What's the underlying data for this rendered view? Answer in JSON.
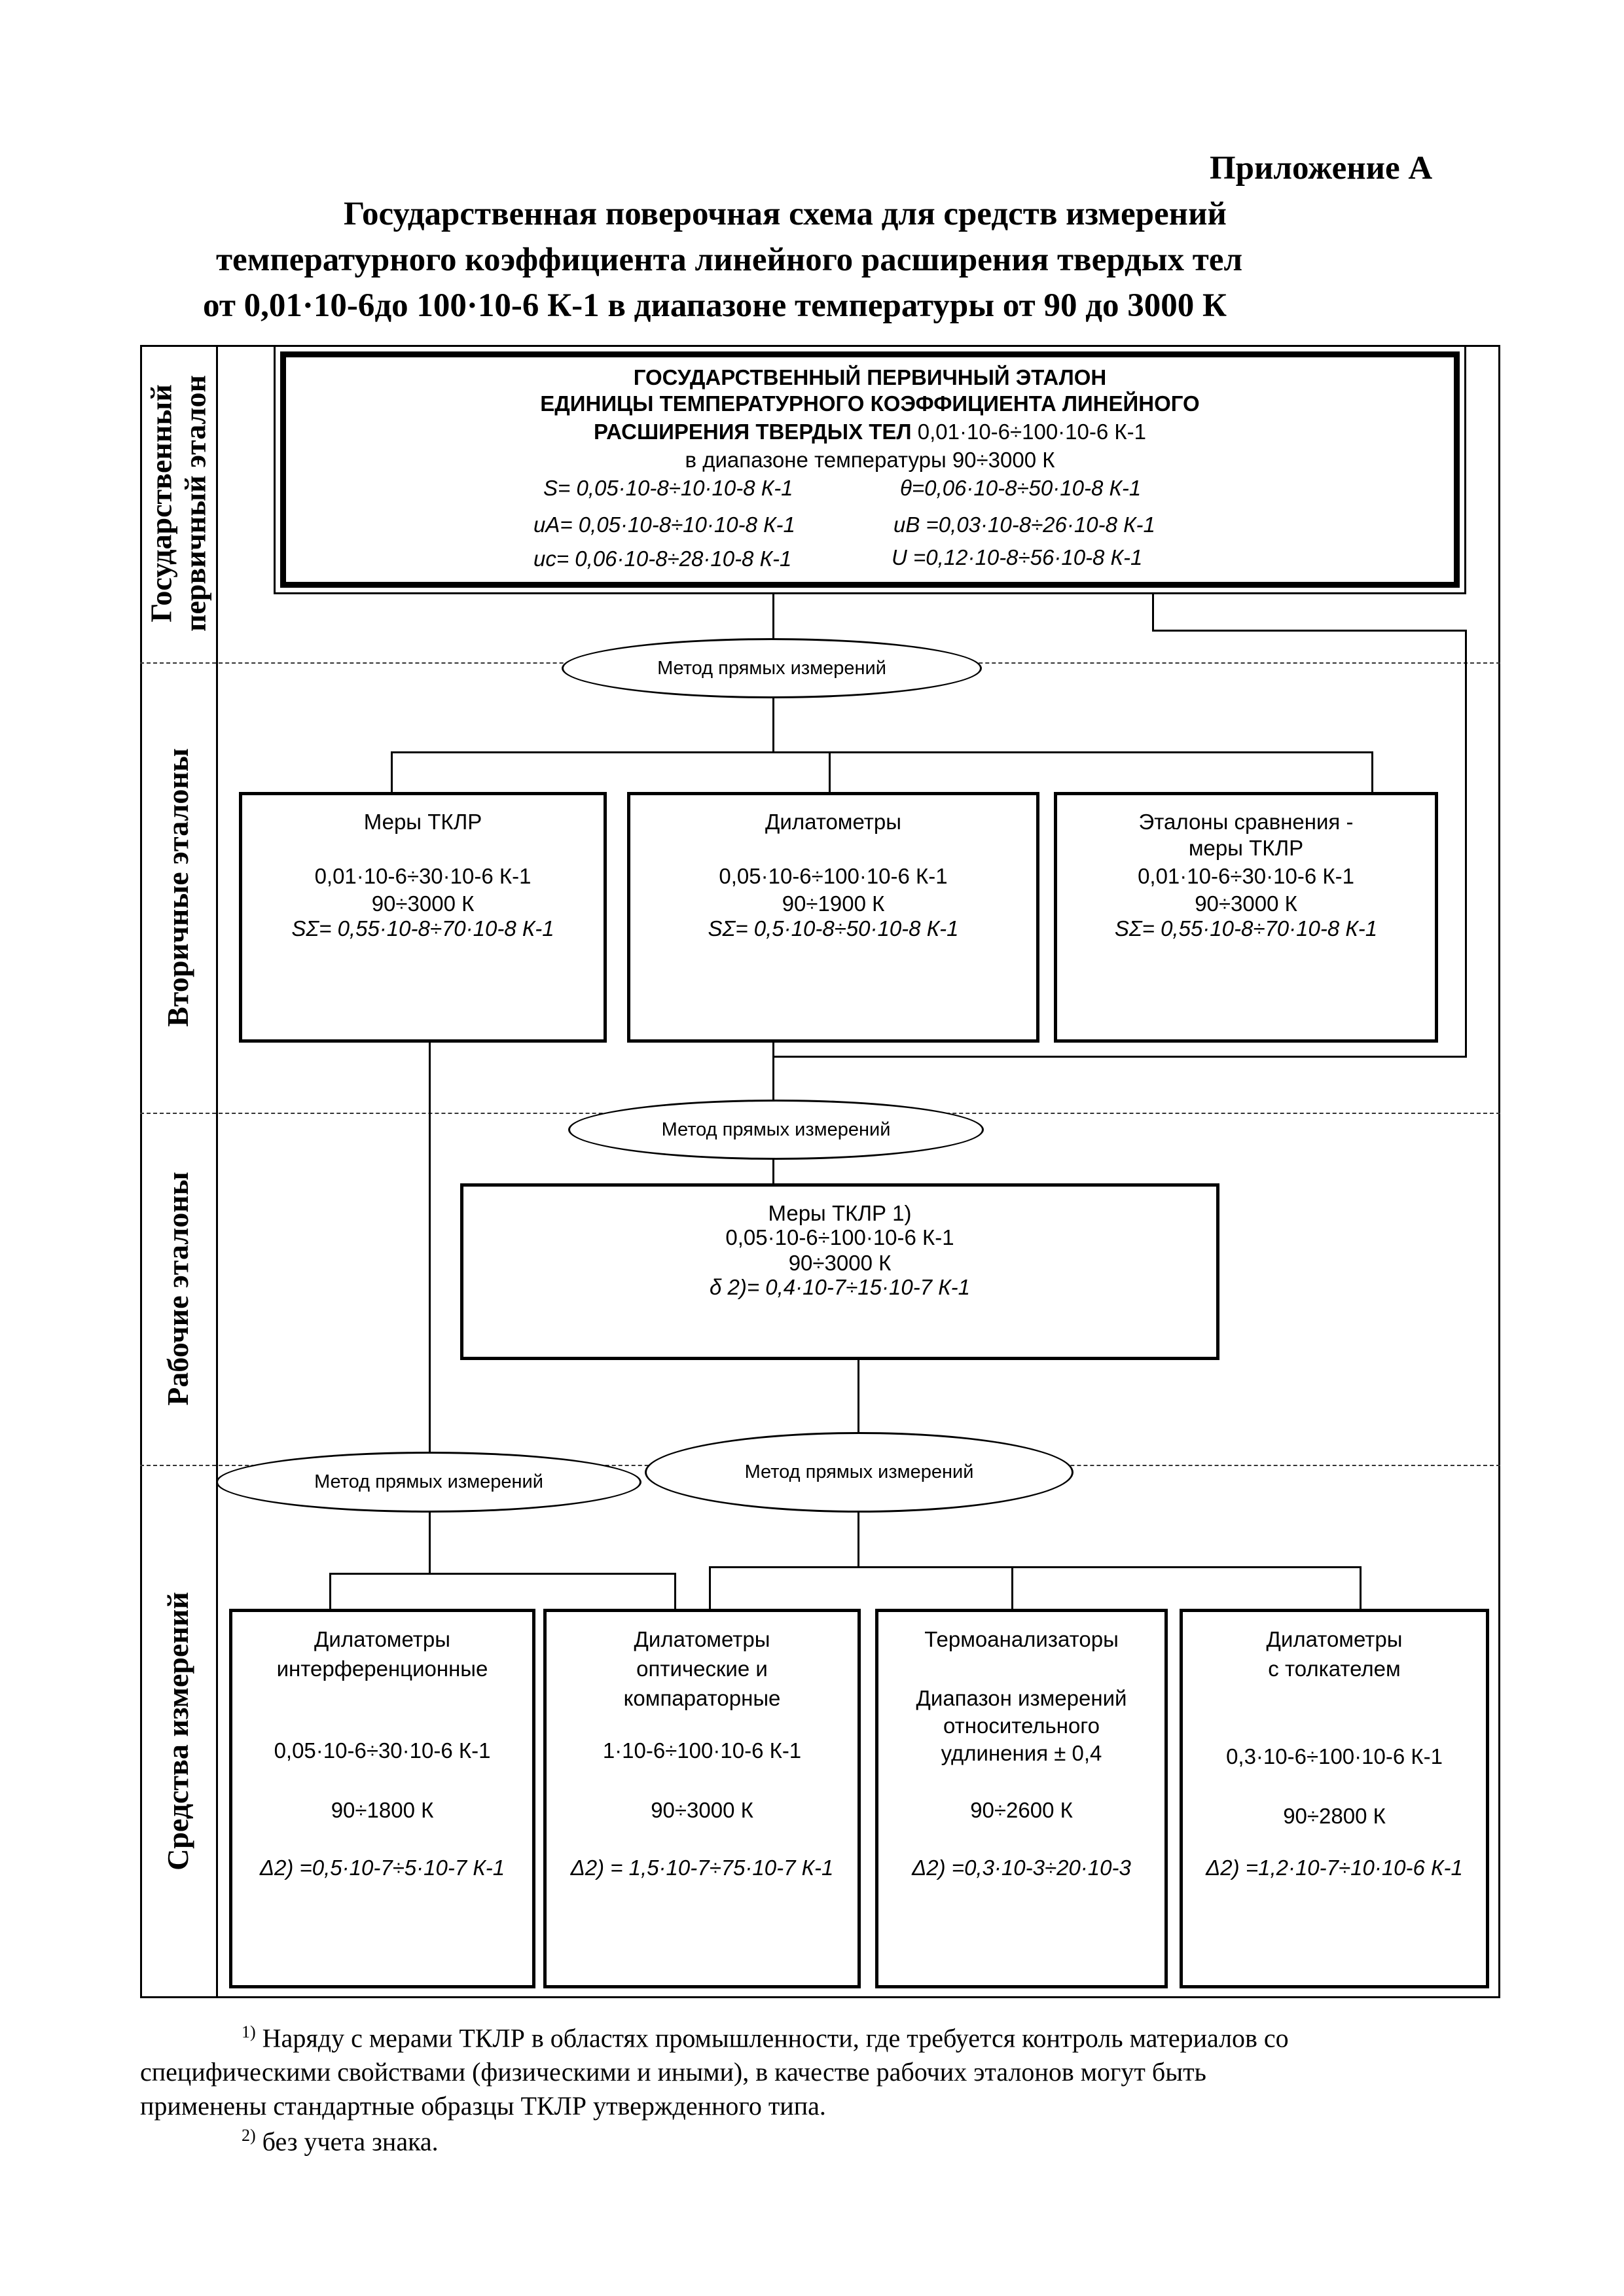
{
  "header": {
    "appendix": "Приложение А",
    "title_line1": "Государственная поверочная схема для средств измерений",
    "title_line2": "температурного коэффициента линейного расширения твердых тел",
    "title_line3": "от 0,01·10-6до 100·10-6 К-1  в диапазоне  температуры от 90 до 3000 К"
  },
  "rows": [
    {
      "label_line1": "Государственный",
      "label_line2": "первичный эталон"
    },
    {
      "label": "Вторичные эталоны"
    },
    {
      "label": "Рабочие эталоны"
    },
    {
      "label": "Средства измерений"
    }
  ],
  "primary": {
    "line1": "ГОСУДАРСТВЕННЫЙ ПЕРВИЧНЫЙ ЭТАЛОН",
    "line2": "ЕДИНИЦЫ ТЕМПЕРАТУРНОГО КОЭФФИЦИЕНТА ЛИНЕЙНОГО",
    "line3_bold": "РАСШИРЕНИЯ ТВЕРДЫХ ТЕЛ",
    "line3_range": "0,01·10-6÷100·10-6 К-1",
    "line4": "в диапазоне температуры 90÷3000 К",
    "s": "S= 0,05·10-8÷10·10-8 К-1",
    "theta": "θ=0,06·10-8÷50·10-8 К-1",
    "ua": "uA= 0,05·10-8÷10·10-8 К-1",
    "ub": "uB =0,03·10-8÷26·10-8 К-1",
    "uc": "uc= 0,06·10-8÷28·10-8 К-1",
    "U": "U =0,12·10-8÷56·10-8 К-1"
  },
  "methods": {
    "m1": "Метод прямых измерений",
    "m2": "Метод прямых измерений",
    "m3": "Метод прямых измерений",
    "m4": "Метод прямых измерений"
  },
  "secondary": [
    {
      "title": "Меры ТКЛР",
      "range": "0,01·10-6÷30·10-6 К-1",
      "temp": "90÷3000 К",
      "s": "SΣ= 0,55·10-8÷70·10-8 К-1"
    },
    {
      "title": "Дилатометры",
      "range": "0,05·10-6÷100·10-6 К-1",
      "temp": "90÷1900 К",
      "s": "SΣ= 0,5·10-8÷50·10-8 К-1"
    },
    {
      "title_line1": "Эталоны сравнения -",
      "title_line2": "меры ТКЛР",
      "range": "0,01·10-6÷30·10-6 К-1",
      "temp": "90÷3000 К",
      "s": "SΣ= 0,55·10-8÷70·10-8 К-1"
    }
  ],
  "working": {
    "title": "Меры ТКЛР 1)",
    "range": "0,05·10-6÷100·10-6 К-1",
    "temp": "90÷3000 К",
    "delta": "δ 2)= 0,4·10-7÷15·10-7 К-1"
  },
  "instruments": [
    {
      "title_line1": "Дилатометры",
      "title_line2": "интерференционные",
      "range": "0,05·10-6÷30·10-6 К-1",
      "temp": "90÷1800 К",
      "delta": "Δ2) =0,5·10-7÷5·10-7 К-1"
    },
    {
      "title_line1": "Дилатометры",
      "title_line2": "оптические и",
      "title_line3": "компараторные",
      "range": "1·10-6÷100·10-6 К-1",
      "temp": "90÷3000 К",
      "delta": "Δ2) = 1,5·10-7÷75·10-7 К-1"
    },
    {
      "title_line1": "Термоанализаторы",
      "desc_line1": "Диапазон измерений",
      "desc_line2": "относительного",
      "desc_line3": "удлинения  ± 0,4",
      "temp": "90÷2600 К",
      "delta": "Δ2)  =0,3·10-3÷20·10-3"
    },
    {
      "title_line1": "Дилатометры",
      "title_line2": "с толкателем",
      "range": "0,3·10-6÷100·10-6 К-1",
      "temp": "90÷2800 К",
      "delta": "Δ2)  =1,2·10-7÷10·10-6 К-1"
    }
  ],
  "footnotes": {
    "n1_mark": "1)",
    "n1_text_line1": "Наряду с мерами ТКЛР в  областях промышленности, где требуется контроль материалов со",
    "n1_text_line2": "специфическими  свойствами  (физическими  и  иными),  в  качестве  рабочих  эталонов  могут  быть",
    "n1_text_line3": "применены стандартные образцы ТКЛР утвержденного типа.",
    "n2_mark": "2)",
    "n2_text": "без учета знака."
  }
}
